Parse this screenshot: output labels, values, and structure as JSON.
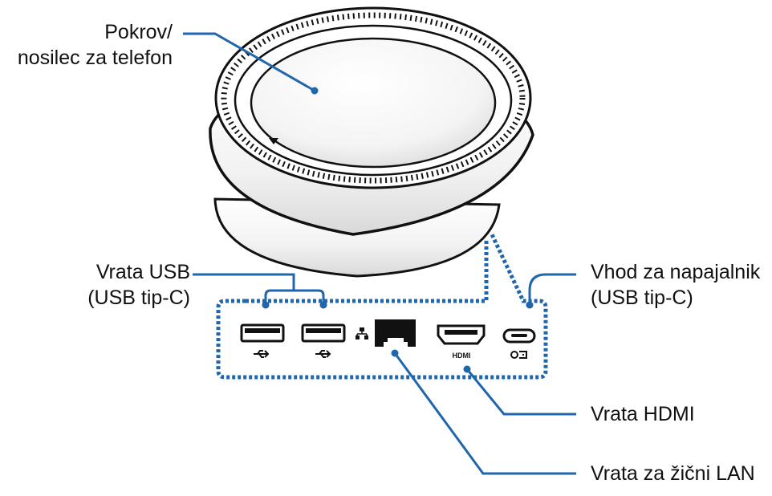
{
  "labels": {
    "cover": {
      "line1": "Pokrov/",
      "line2": "nosilec za telefon"
    },
    "usb_ports": {
      "line1": "Vrata USB",
      "line2": "(USB tip-C)"
    },
    "power_input": {
      "line1": "Vhod za napajalnik",
      "line2": "(USB tip-C)"
    },
    "hdmi_port": "Vrata HDMI",
    "lan_port": "Vrata za žični LAN"
  },
  "port_markings": {
    "hdmi": "HDMI"
  },
  "icons": [
    "usb-icon",
    "usb-icon",
    "lan-icon",
    "hdmi-port-icon",
    "power-icon",
    "marker-triangle-icon"
  ],
  "colors": {
    "callout": "#1f66ad",
    "outline": "#111111",
    "dock_body": "#ffffff",
    "dock_shade": "#e6e6e6"
  }
}
